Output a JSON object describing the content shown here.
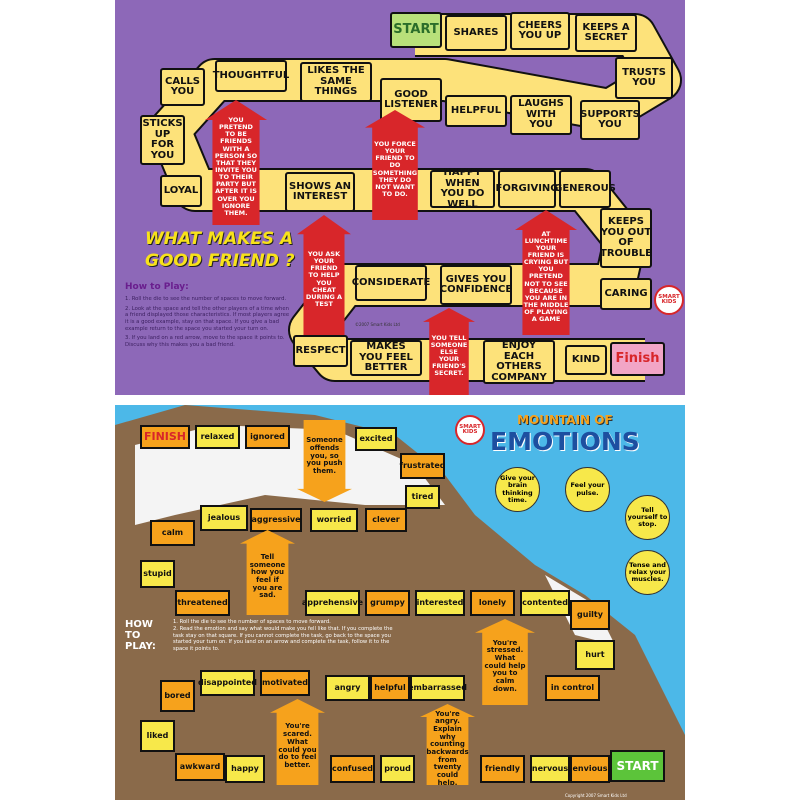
{
  "friend_game": {
    "title": "WHAT MAKES A GOOD FRIEND ?",
    "start": "START",
    "finish": "Finish",
    "spaces": [
      "SHARES",
      "CHEERS YOU UP",
      "KEEPS A SECRET",
      "TRUSTS YOU",
      "SUPPORTS YOU",
      "LAUGHS WITH YOU",
      "HELPFUL",
      "GOOD LISTENER",
      "LIKES THE SAME THINGS",
      "THOUGHTFUL",
      "CALLS YOU",
      "STICKS UP FOR YOU",
      "LOYAL",
      "SHOWS AN INTEREST",
      "HAPPY WHEN YOU DO WELL",
      "FORGIVING",
      "GENEROUS",
      "KEEPS YOU OUT OF TROUBLE",
      "CARING",
      "GIVES YOU CONFIDENCE",
      "CONSIDERATE",
      "RESPECT",
      "MAKES YOU FEEL BETTER",
      "ENJOY EACH OTHERS COMPANY",
      "KIND"
    ],
    "arrows": [
      "YOU PRETEND TO BE FRIENDS WITH A PERSON SO THAT THEY INVITE YOU TO THEIR PARTY BUT AFTER IT IS OVER YOU IGNORE THEM.",
      "YOU FORCE YOUR FRIEND TO DO SOMETHING THEY DO NOT WANT TO DO.",
      "YOU ASK YOUR FRIEND TO HELP YOU CHEAT DURING A TEST",
      "AT LUNCHTIME YOUR FRIEND IS CRYING BUT YOU PRETEND NOT TO SEE BECAUSE YOU ARE IN THE MIDDLE OF PLAYING A GAME",
      "YOU TELL SOMEONE ELSE YOUR FRIEND'S SECRET."
    ],
    "how_to_play": {
      "heading": "How to Play:",
      "steps": [
        "1. Roll the die to see the number of spaces to move forward.",
        "2. Look at the space and tell the other players of a time when a friend displayed those characteristics. If most players agree it is a good example, stay on that space. If you give a bad example return to the space you started your turn on.",
        "3. If you land on a red arrow, move to the space it points to. Discuss why this makes you a bad friend."
      ]
    },
    "copyright": "©2007 Smart Kids Ltd",
    "logo": "SMART KIDS"
  },
  "emotions_game": {
    "title_line1": "MOUNTAIN OF",
    "title_line2": "EMOTIONS",
    "logo": "SMART KIDS",
    "start": "START",
    "finish": "FINISH",
    "spaces": [
      "relaxed",
      "ignored",
      "excited",
      "frustrated",
      "tired",
      "clever",
      "worried",
      "aggressive",
      "jealous",
      "calm",
      "stupid",
      "threatened",
      "apprehensive",
      "grumpy",
      "interested",
      "lonely",
      "contented",
      "guilty",
      "hurt",
      "in control",
      "embarrassed",
      "helpful",
      "angry",
      "motivated",
      "disappointed",
      "bored",
      "liked",
      "awkward",
      "happy",
      "confused",
      "proud",
      "friendly",
      "nervous",
      "envious"
    ],
    "arrows": [
      "Someone offends you, so you push them.",
      "Tell someone how you feel if you are sad.",
      "You're stressed. What could help you to calm down.",
      "You're scared. What could you do to feel better.",
      "You're angry. Explain why counting backwards from twenty could help."
    ],
    "tips": [
      "Give your brain thinking time.",
      "Feel your pulse.",
      "Tell yourself to stop.",
      "Tense and relax your muscles."
    ],
    "how_to_play": {
      "heading": "HOW TO PLAY:",
      "steps": [
        "1. Roll the die to see the number of spaces to move forward.",
        "2. Read the emotion and say what would make you fell like that. If you complete the task stay on that square. If you cannot complete the task, go back to the space you started your turn on. If you land on an arrow and complete the task, follow it to the space it points to."
      ]
    },
    "copyright": "Copyright 2007 Smart Kids Ltd"
  },
  "colors": {
    "purple_bg": "#8d68b8",
    "path_yellow": "#fde27a",
    "arrow_red": "#d8262a",
    "sky": "#4cb8e8",
    "mountain": "#8a6a4a",
    "tile_orange": "#f6a21c",
    "tile_yellow": "#f7e84a"
  }
}
